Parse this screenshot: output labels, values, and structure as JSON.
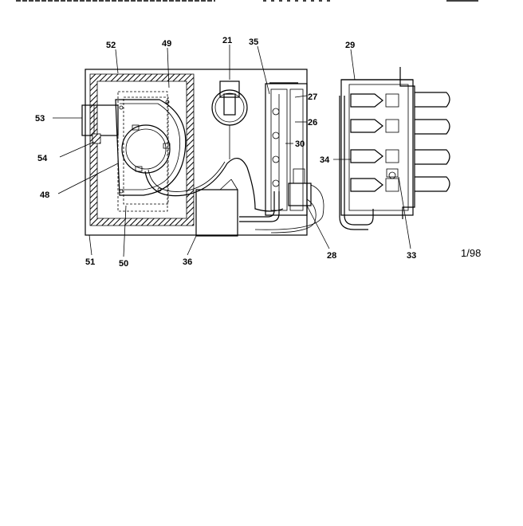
{
  "diagram": {
    "date_code": "1/98",
    "labels": {
      "p52": "52",
      "p49": "49",
      "p21": "21",
      "p35": "35",
      "p27": "27",
      "p26": "26",
      "p30": "30",
      "p53": "53",
      "p54": "54",
      "p48": "48",
      "p51": "51",
      "p50": "50",
      "p36": "36",
      "p28": "28",
      "p29": "29",
      "p34": "34",
      "p33": "33"
    }
  }
}
